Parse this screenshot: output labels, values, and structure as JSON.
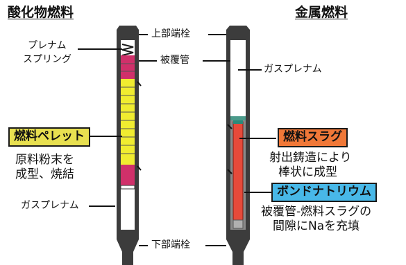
{
  "oxide": {
    "title": "酸化物燃料",
    "plenum_spring": [
      "プレナム",
      "スプリング"
    ],
    "pellet_tag": "燃料ペレット",
    "pellet_desc": [
      "原料粉末を",
      "成型、焼結"
    ],
    "gas_plenum": "ガスプレナム"
  },
  "metal": {
    "title": "金属燃料",
    "gas_plenum": "ガスプレナム",
    "slug_tag": "燃料スラグ",
    "slug_desc": [
      "射出鋳造により",
      "棒状に成型"
    ],
    "sodium_tag": "ボンドナトリウム",
    "sodium_desc": [
      "被覆管-燃料スラグの",
      "間隙にNaを充填"
    ]
  },
  "shared": {
    "upper_plug": "上部端栓",
    "cladding": "被覆管",
    "lower_plug": "下部端栓"
  },
  "colors": {
    "pellet_tag": "#e8e050",
    "slug_tag": "#f07838",
    "sodium_tag": "#48b8e8",
    "pellet_yellow": "#f0ec30",
    "pellet_magenta": "#d0306a",
    "slug_red": "#e64a3a",
    "cladding_dark": "#3c3c3c"
  }
}
